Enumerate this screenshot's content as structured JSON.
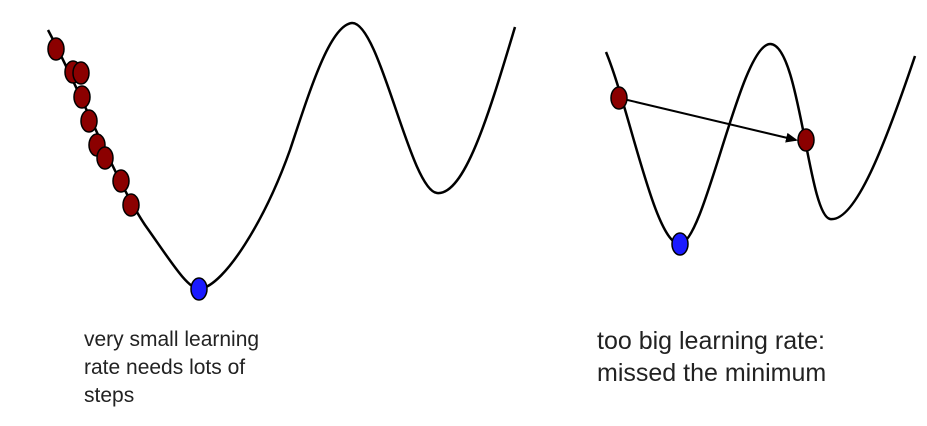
{
  "panels": [
    {
      "caption": "very small learning\nrate needs lots of\nsteps",
      "step_count": 9
    },
    {
      "caption": "too big learning rate:\nmissed the minimum",
      "step_count": 2
    }
  ],
  "colors": {
    "curve": "#000000",
    "step_point": "#8b0000",
    "minimum_point": "#1a1aff",
    "arrow": "#000000",
    "text": "#222222"
  }
}
